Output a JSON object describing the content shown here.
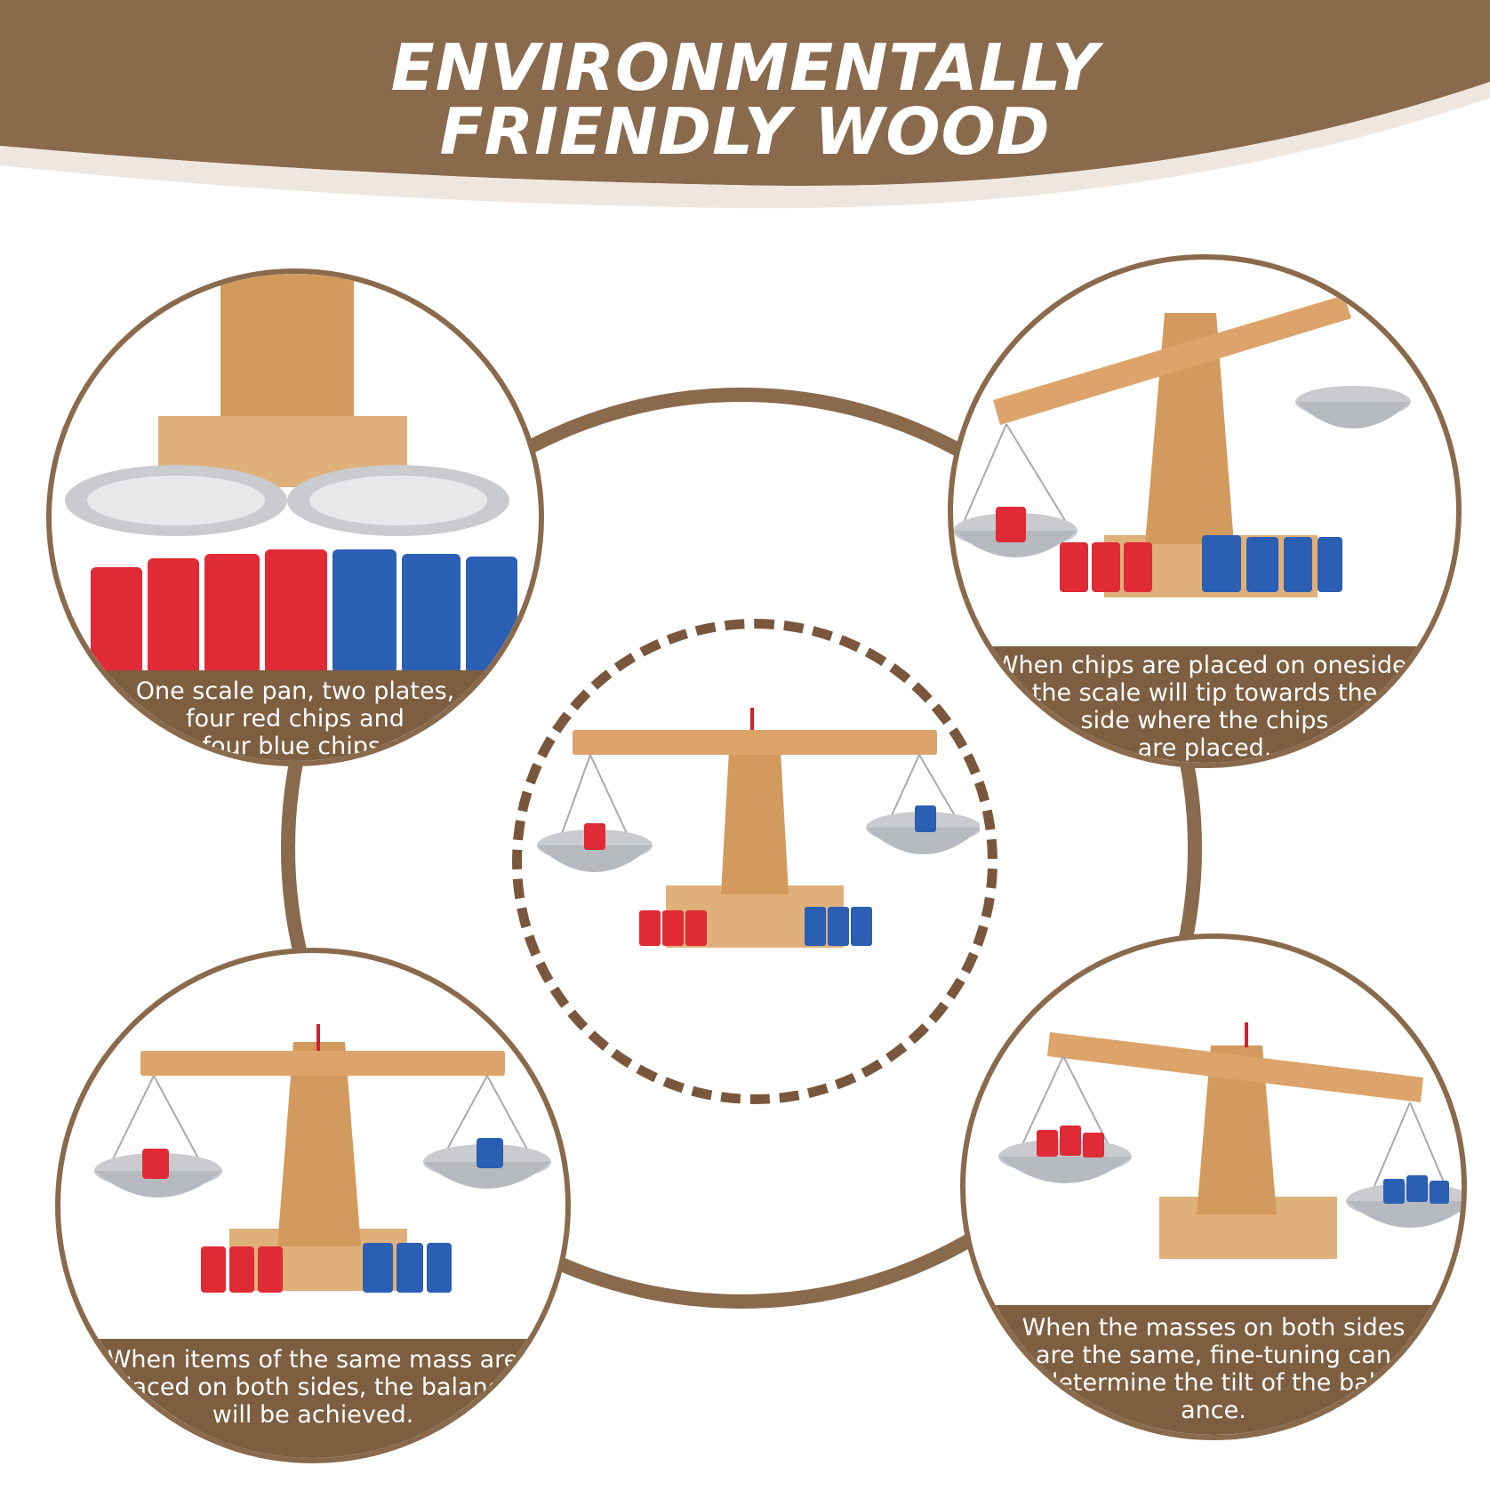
{
  "banner": {
    "title_line1": "ENVIRONMENTALLY",
    "title_line2": "FRIENDLY WOOD"
  },
  "panels": {
    "top_left": {
      "caption_lines": [
        "One scale pan, two plates,",
        "four red chips and",
        "four blue chips."
      ]
    },
    "top_right": {
      "caption_lines": [
        "When chips are placed on oneside,",
        "the scale will tip towards the",
        "side where the chips",
        "are placed."
      ]
    },
    "bottom_left": {
      "caption_lines": [
        "When items of the same mass are",
        "placed on both sides, the balance",
        "will be achieved."
      ]
    },
    "bottom_right": {
      "caption_lines": [
        "When the masses on both sides",
        "are the same, fine-tuning can",
        "determine the tilt of the bal-",
        "ance."
      ]
    }
  },
  "colors": {
    "brand_brown": "#8a6a4c",
    "caption_brown": "#7d5e40",
    "wood": "#d9a56c",
    "chip_red": "#e02a35",
    "chip_blue": "#2a5fb3",
    "steel": "#c9cbce"
  }
}
